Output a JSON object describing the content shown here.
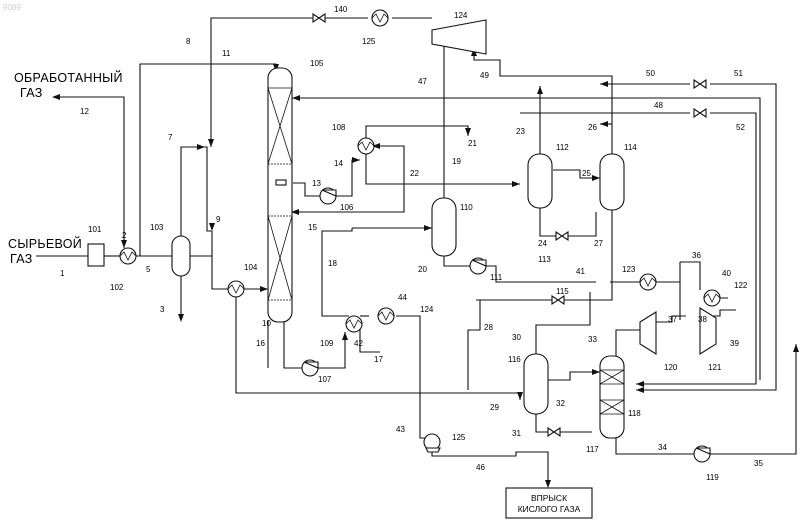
{
  "watermark": "9089",
  "labels": {
    "treated_gas_line1": "ОБРАБОТАННЫЙ",
    "treated_gas_line2": "ГАЗ",
    "feed_gas_line1": "СЫРЬЕВОЙ",
    "feed_gas_line2": "ГАЗ",
    "acid_gas_line1": "ВПРЫСК",
    "acid_gas_line2": "КИСЛОГО ГАЗА"
  },
  "numbers": {
    "n1": "1",
    "n2": "2",
    "n3": "3",
    "n5": "5",
    "n7": "7",
    "n8": "8",
    "n9": "9",
    "n10": "10",
    "n11": "11",
    "n12": "12",
    "n13": "13",
    "n14": "14",
    "n15": "15",
    "n16": "16",
    "n17": "17",
    "n18": "18",
    "n19": "19",
    "n20": "20",
    "n21": "21",
    "n22": "22",
    "n23": "23",
    "n24": "24",
    "n25": "25",
    "n26": "26",
    "n27": "27",
    "n28": "28",
    "n29": "29",
    "n30": "30",
    "n31": "31",
    "n32": "32",
    "n33": "33",
    "n34": "34",
    "n35": "35",
    "n36": "36",
    "n37": "37",
    "n38": "38",
    "n39": "39",
    "n40": "40",
    "n41": "41",
    "n42": "42",
    "n43": "43",
    "n44": "44",
    "n46": "46",
    "n47": "47",
    "n48": "48",
    "n49": "49",
    "n50": "50",
    "n51": "51",
    "n52": "52",
    "n101": "101",
    "n102": "102",
    "n103": "103",
    "n104": "104",
    "n105": "105",
    "n106": "106",
    "n107": "107",
    "n108": "108",
    "n109": "109",
    "n110": "110",
    "n111": "111",
    "n112": "112",
    "n113": "113",
    "n114": "114",
    "n115": "115",
    "n116": "116",
    "n117": "117",
    "n118": "118",
    "n119": "119",
    "n120": "120",
    "n121": "121",
    "n122": "122",
    "n123": "123",
    "n124a": "124",
    "n124b": "124",
    "n125a": "125",
    "n125b": "125",
    "n140": "140"
  }
}
